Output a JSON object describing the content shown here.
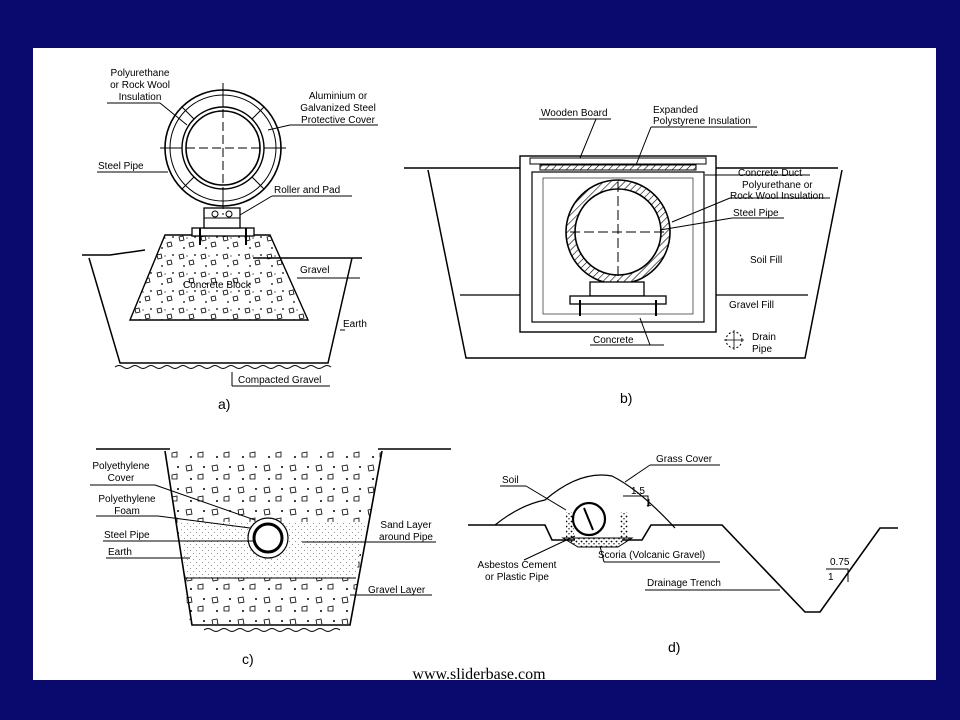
{
  "diagram": {
    "a": {
      "caption": "a)",
      "labels": {
        "insulation": [
          "Polyurethane",
          "or Rock Wool",
          "Insulation"
        ],
        "cover": [
          "Aluminium or",
          "Galvanized Steel",
          "Protective Cover"
        ],
        "steel_pipe": "Steel Pipe",
        "roller": "Roller and Pad",
        "gravel": "Gravel",
        "concrete_block": "Concrete Block",
        "earth": "Earth",
        "compacted_gravel": "Compacted Gravel"
      }
    },
    "b": {
      "caption": "b)",
      "labels": {
        "wooden_board": "Wooden Board",
        "eps": [
          "Expanded",
          "Polystyrene Insulation"
        ],
        "concrete_duct": "Concrete Duct",
        "insulation": [
          "Polyurethane or",
          "Rock Wool Insulation"
        ],
        "steel_pipe": "Steel Pipe",
        "soil_fill": "Soil Fill",
        "gravel_fill": "Gravel Fill",
        "concrete": "Concrete",
        "drain_pipe": [
          "Drain",
          "Pipe"
        ]
      }
    },
    "c": {
      "caption": "c)",
      "labels": {
        "pe_cover": [
          "Polyethylene",
          "Cover"
        ],
        "pe_foam": [
          "Polyethylene",
          "Foam"
        ],
        "steel_pipe": "Steel Pipe",
        "earth": "Earth",
        "sand_layer": [
          "Sand Layer",
          "around Pipe"
        ],
        "gravel_layer": "Gravel Layer"
      }
    },
    "d": {
      "caption": "d)",
      "labels": {
        "grass_cover": "Grass Cover",
        "soil": "Soil",
        "slope1_run": "1.5",
        "slope1_rise": "1",
        "asbestos": [
          "Asbestos Cement",
          "or Plastic Pipe"
        ],
        "scoria": "Scoria (Volcanic Gravel)",
        "drainage": "Drainage Trench",
        "slope2_run": "0.75",
        "slope2_rise": "1"
      }
    }
  },
  "footer": {
    "url": "www.sliderbase.com"
  },
  "colors": {
    "background": "#0a0a6e",
    "panel": "#ffffff",
    "ink": "#000000"
  }
}
